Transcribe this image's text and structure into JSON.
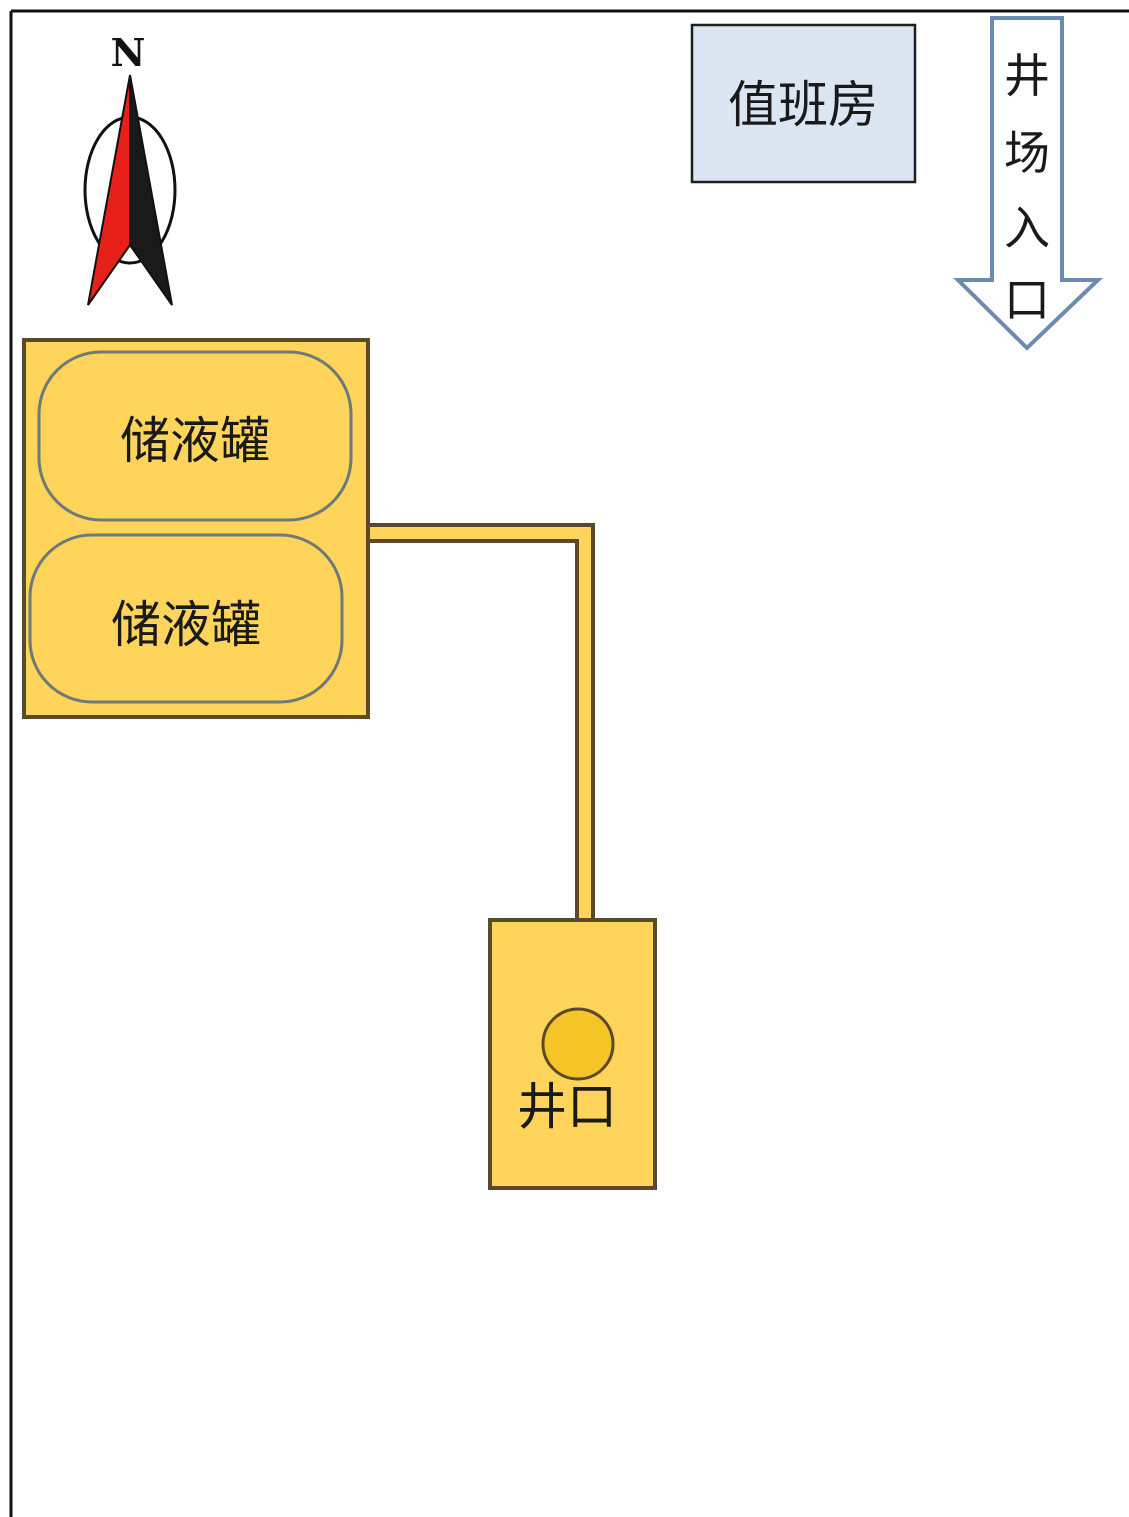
{
  "compass": {
    "label": "N",
    "icon": "north-arrow-icon",
    "colors": {
      "red": "#e8201a",
      "black": "#1a1a1a"
    }
  },
  "duty_room": {
    "label": "值班房",
    "fill": "#dce6f2",
    "stroke": "#1f1f1f"
  },
  "entrance": {
    "label_chars": [
      "井",
      "场",
      "入",
      "口"
    ],
    "icon": "down-arrow-icon",
    "fill": "#ffffff",
    "stroke": "#6a8cb0"
  },
  "tank_area": {
    "fill": "#ffd45a",
    "stroke": "#5a4a2a",
    "tanks": [
      {
        "label": "储液罐"
      },
      {
        "label": "储液罐"
      }
    ]
  },
  "pipeline": {
    "fill": "#ffd45a",
    "stroke": "#5a4a2a"
  },
  "wellhead": {
    "label": "井口",
    "fill": "#ffd45a",
    "stroke": "#5a4a2a",
    "marker_fill": "#f5c426"
  },
  "colors": {
    "boundary": "#111111",
    "tank_outline": "#6e7a78"
  }
}
